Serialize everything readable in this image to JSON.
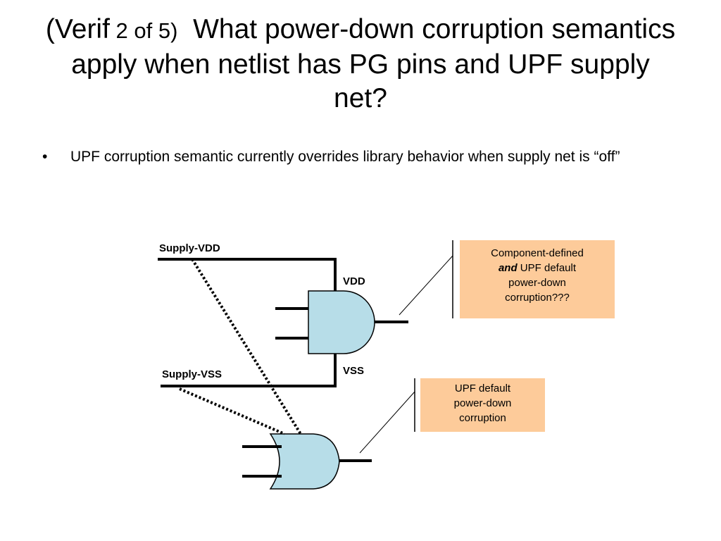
{
  "title": {
    "prefix_large": "(Verif",
    "prefix_small": " 2 of 5)",
    "text": "What power-down corruption semantics apply when netlist has PG pins and UPF supply net?"
  },
  "bullets": [
    "UPF corruption semantic currently overrides library behavior when supply net is “off”"
  ],
  "diagram": {
    "labels": {
      "supply_vdd": "Supply-VDD",
      "supply_vss": "Supply-VSS",
      "vdd": "VDD",
      "vss": "VSS"
    },
    "callouts": {
      "top": {
        "line1": "Component-defined",
        "emph": "and",
        "line2_rest": " UPF default",
        "line3": "power-down",
        "line4": "corruption???"
      },
      "bottom": {
        "line1": "UPF default",
        "line2": "power-down",
        "line3": "corruption"
      }
    },
    "colors": {
      "gate_fill": "#B7DDE8",
      "callout_fill": "#FDCB9A",
      "stroke": "#000000"
    }
  }
}
